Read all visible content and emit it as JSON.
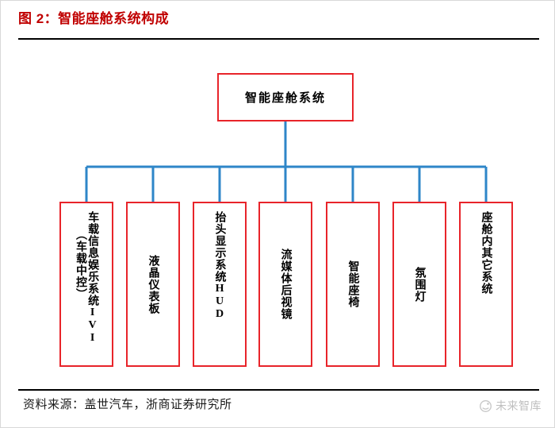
{
  "figure": {
    "title": "图 2：智能座舱系统构成",
    "title_color": "#c00000",
    "box_border_color": "#e8242a",
    "connector_color": "#2e86c8"
  },
  "diagram": {
    "type": "org-tree",
    "root": {
      "label": "智能座舱系统"
    },
    "children": [
      {
        "label": "车载信息娱乐系统IVI",
        "sub_label": "（车载中控）",
        "two_column": true
      },
      {
        "label": "液晶仪表板",
        "sub_label": "",
        "two_column": false
      },
      {
        "label": "抬头显示系统HUD",
        "sub_label": "",
        "two_column": false
      },
      {
        "label": "流媒体后视镜",
        "sub_label": "",
        "two_column": false
      },
      {
        "label": "智能座椅",
        "sub_label": "",
        "two_column": false
      },
      {
        "label": "氛围灯",
        "sub_label": "",
        "two_column": false
      },
      {
        "label": "座舱内其它系统",
        "sub_label": "",
        "two_column": false
      }
    ]
  },
  "footer": {
    "source": "资料来源：盖世汽车，浙商证券研究所"
  },
  "watermark": {
    "text": "未来智库",
    "icon": "circle-logo-icon"
  }
}
